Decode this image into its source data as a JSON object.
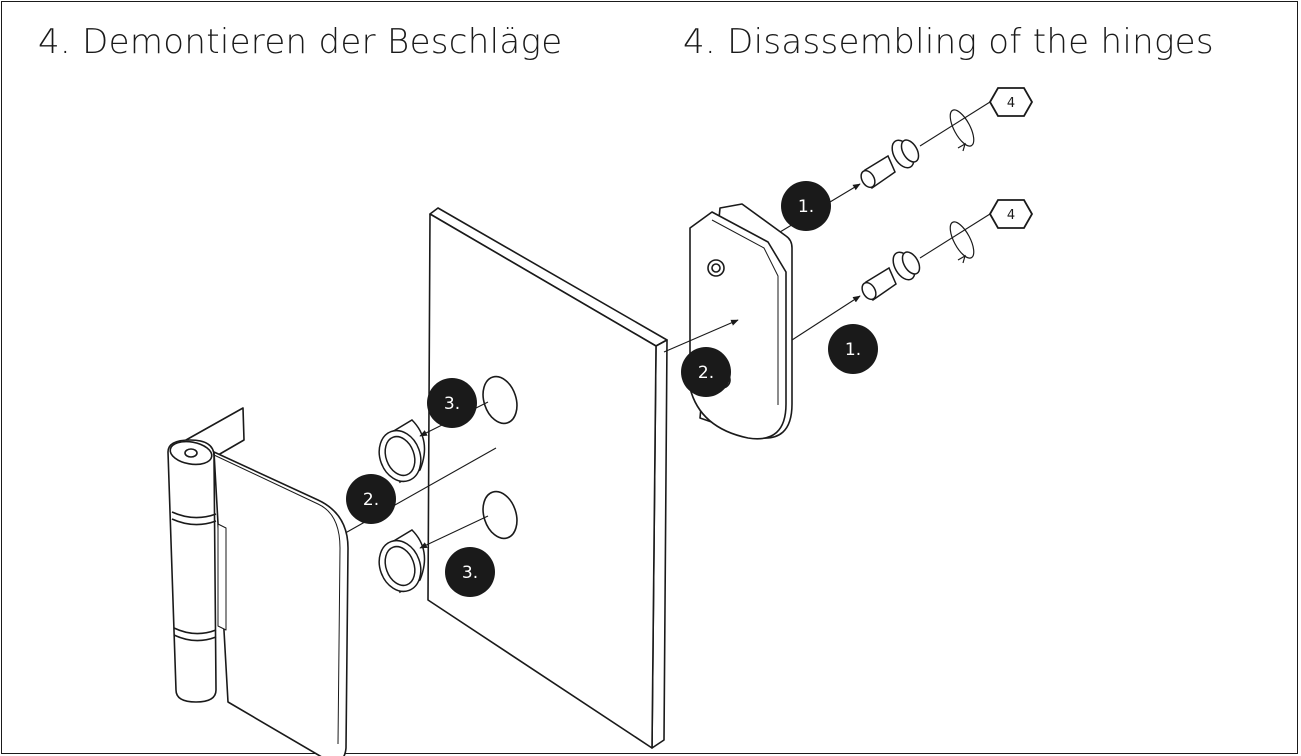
{
  "titles": {
    "german": "4. Demontieren der Beschläge",
    "english": "4. Disassembling of the hinges"
  },
  "step_badges": {
    "step1_upper": "1.",
    "step1_lower": "1.",
    "step2_plate": "2.",
    "step2_hinge": "2.",
    "step3_upper": "3.",
    "step3_lower": "3."
  },
  "tool_labels": {
    "hex_key_upper": "4",
    "hex_key_lower": "4"
  },
  "colors": {
    "line": "#1a1a1a",
    "badge": "#1a1a1a",
    "surface": "#ffffff"
  }
}
